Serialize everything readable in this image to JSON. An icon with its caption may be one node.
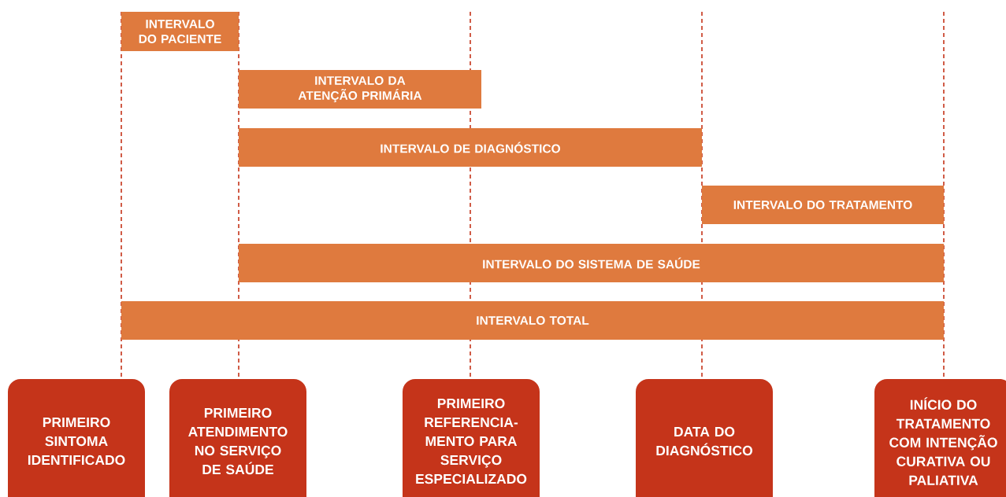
{
  "diagram": {
    "nodes": [
      {
        "text": [
          "INTERVALO DO PACIENTE"
        ]
      },
      {
        "text": [
          "INTERVALO DA ATENÇÃO PRIMÁRIA"
        ]
      },
      {
        "text": [
          "INTERVALO DE DIAGNÓSTICO"
        ]
      },
      {
        "text": [
          "INTERVALO DO TRATAMENTO"
        ]
      },
      {
        "text": [
          "INTERVALO DO SISTEMA DE SAÚDE"
        ]
      },
      {
        "text": [
          "INTERVALO TOTAL"
        ]
      },
      {
        "text": [
          "PRIMEIRO SINTOMA IDENTIFICADO"
        ]
      },
      {
        "text": [
          "PRIMEIRO ATENDIMENTO NO SERVIÇO DE SAÚDE"
        ]
      },
      {
        "text": [
          "PRIMEIRO REFERENCIA- MENTO PARA SERVIÇO ESPECIALIZADO"
        ]
      },
      {
        "text": [
          "DATA DO DIAGNÓSTICO"
        ]
      },
      {
        "text": [
          "INÍCIO DO TRATAMENTO COM INTENÇÃO CURATIVA OU PALIATIVA"
        ]
      }
    ]
  }
}
